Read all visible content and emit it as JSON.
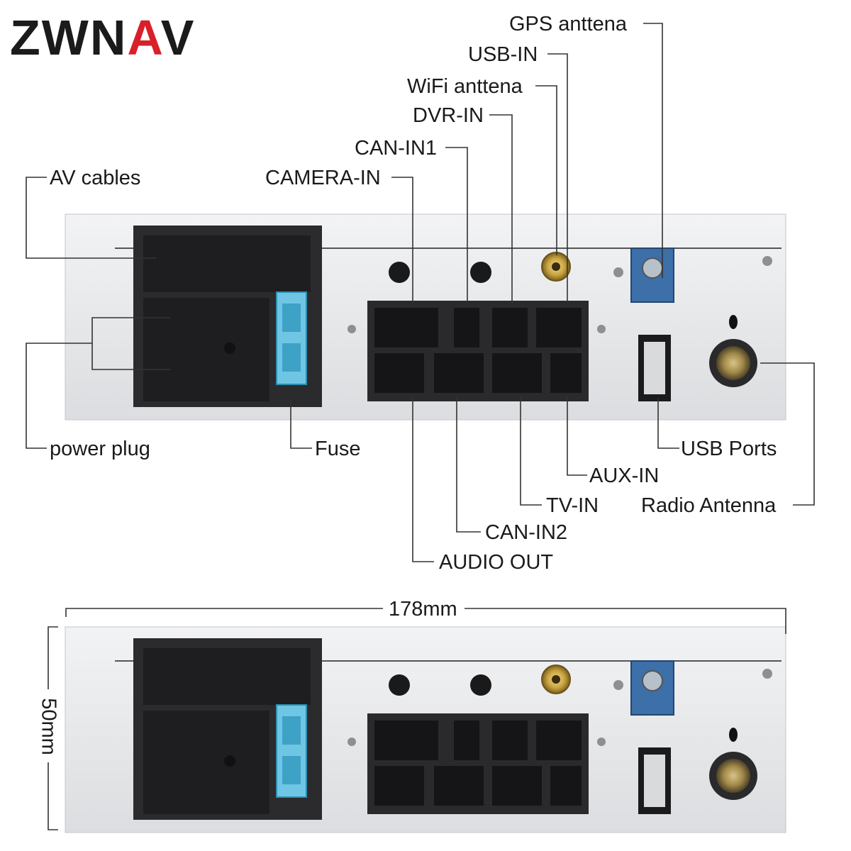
{
  "brand": {
    "part1": "ZWN",
    "part2": "A",
    "part3": "V"
  },
  "labels": {
    "gps_antenna": "GPS anttena",
    "usb_in": "USB-IN",
    "wifi_antenna": "WiFi anttena",
    "dvr_in": "DVR-IN",
    "can_in1": "CAN-IN1",
    "camera_in": "CAMERA-IN",
    "av_cables": "AV cables",
    "power_plug": "power plug",
    "fuse": "Fuse",
    "usb_ports": "USB Ports",
    "aux_in": "AUX-IN",
    "tv_in": "TV-IN",
    "radio_antenna": "Radio Antenna",
    "can_in2": "CAN-IN2",
    "audio_out": "AUDIO OUT"
  },
  "dimensions": {
    "width": "178mm",
    "height": "50mm"
  },
  "colors": {
    "brand_dark": "#1b1b1b",
    "brand_red": "#d8202a",
    "panel": "#e6e7e9",
    "connector": "#2a2a2c",
    "fakra_blue": "#3d6fa8",
    "fuse_blue": "#41a6c9",
    "gold": "#c9a441"
  }
}
